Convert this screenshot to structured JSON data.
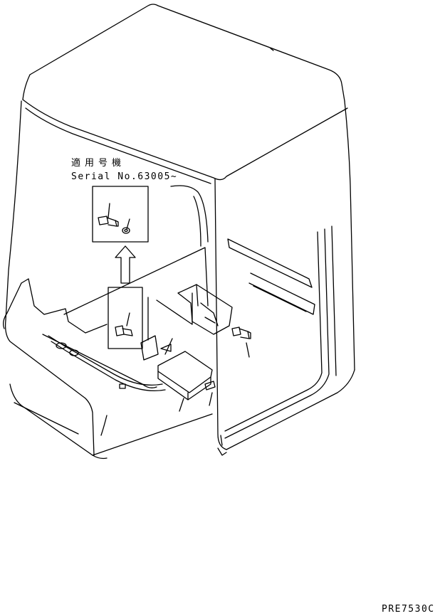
{
  "serial_note": {
    "applicable_models": "適用号機",
    "serial_number": "Serial No.63005~"
  },
  "drawing_code": "PRE7530C",
  "line_color": "#000000",
  "background_color": "#ffffff"
}
